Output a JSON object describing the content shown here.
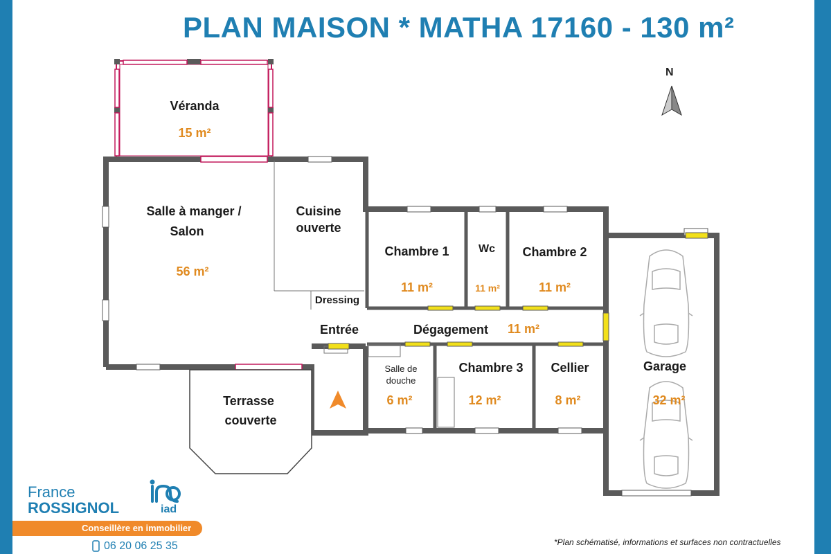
{
  "header": {
    "title": "PLAN MAISON  *  MATHA 17160 - 130 m²"
  },
  "compass": {
    "label": "N"
  },
  "rooms": {
    "veranda": {
      "name": "Véranda",
      "area": "15 m²"
    },
    "salle_manger": {
      "name_line1": "Salle à manger  /",
      "name_line2": "Salon",
      "area": "56 m²"
    },
    "cuisine": {
      "name_line1": "Cuisine",
      "name_line2": "ouverte"
    },
    "dressing": {
      "name": "Dressing"
    },
    "chambre1": {
      "name": "Chambre 1",
      "area": "11 m²"
    },
    "wc": {
      "name": "Wc",
      "area": "11 m²"
    },
    "chambre2": {
      "name": "Chambre 2",
      "area": "11 m²"
    },
    "entree": {
      "name": "Entrée"
    },
    "degagement": {
      "name": "Dégagement",
      "area": "11 m²"
    },
    "salle_douche": {
      "name_line1": "Salle de",
      "name_line2": "douche",
      "area": "6 m²"
    },
    "chambre3": {
      "name": "Chambre 3",
      "area": "12 m²"
    },
    "cellier": {
      "name": "Cellier",
      "area": "8 m²"
    },
    "garage": {
      "name": "Garage",
      "area": "32 m²"
    },
    "terrasse": {
      "name_line1": "Terrasse",
      "name_line2": "couverte"
    }
  },
  "agent": {
    "first_name": "France",
    "last_name": "ROSSIGNOL",
    "brand": "iad",
    "role": "Conseillère en immobilier",
    "phone": "06 20 06 25 35"
  },
  "footer": {
    "disclaimer": "*Plan schématisé, informations et surfaces non contractuelles"
  },
  "colors": {
    "brand_blue": "#1f7fb2",
    "accent_orange": "#e08a1f",
    "wall_gray": "#5a5a5a",
    "door_yellow": "#f2e01a",
    "veranda_pink": "#c2185b"
  }
}
